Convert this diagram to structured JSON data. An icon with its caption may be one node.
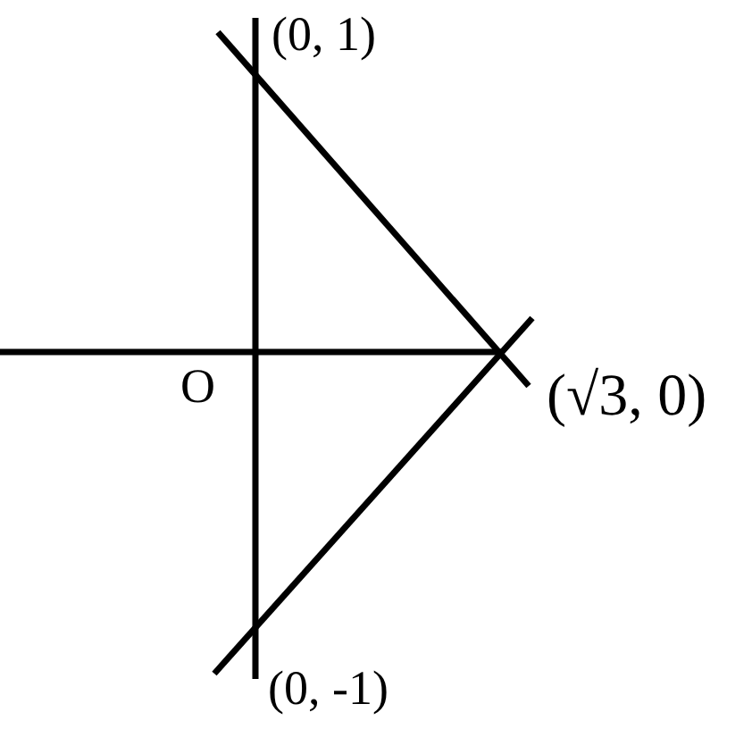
{
  "diagram": {
    "labels": [
      "(0, 1)",
      "O",
      "(√3, 0)",
      "(0, -1)"
    ]
  }
}
